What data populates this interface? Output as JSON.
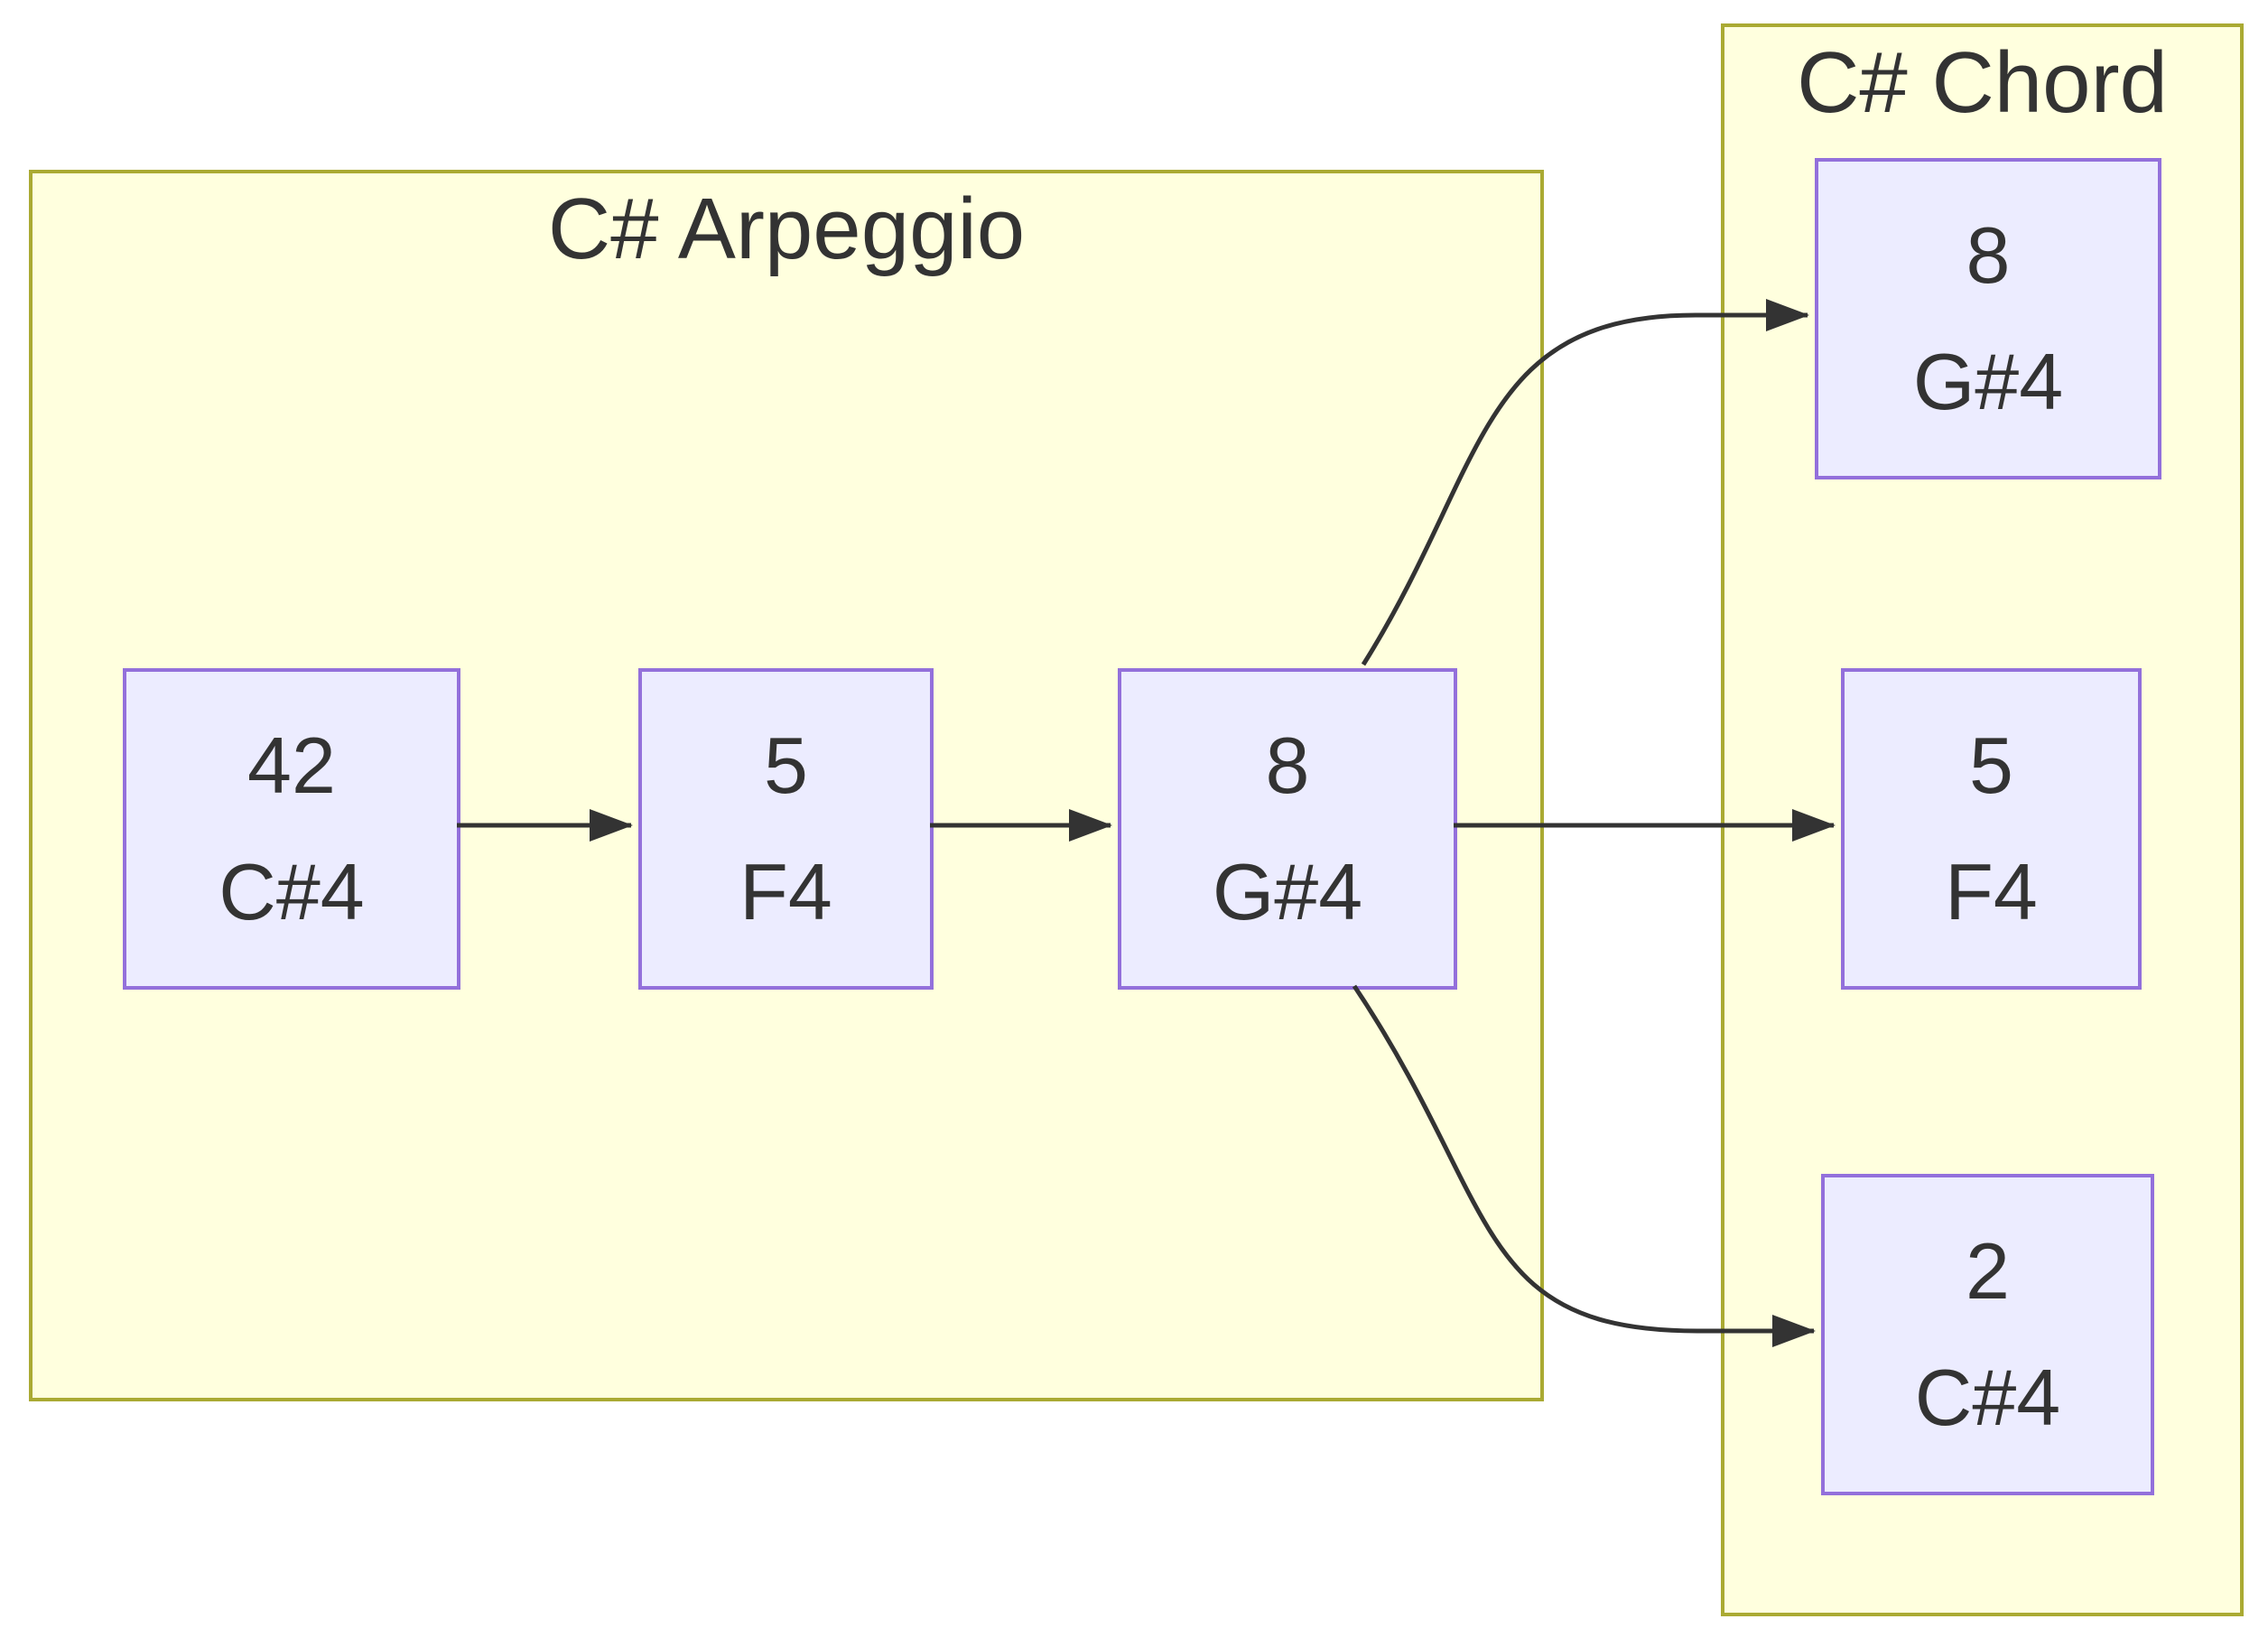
{
  "diagram": {
    "type": "flowchart",
    "direction": "left-to-right",
    "groups": [
      {
        "id": "arpeggio",
        "title": "C# Arpeggio",
        "nodes": [
          {
            "id": "arp-cs4",
            "value": "42",
            "note": "C#4"
          },
          {
            "id": "arp-f4",
            "value": "5",
            "note": "F4"
          },
          {
            "id": "arp-gs4",
            "value": "8",
            "note": "G#4"
          }
        ]
      },
      {
        "id": "chord",
        "title": "C# Chord",
        "nodes": [
          {
            "id": "chord-gs4",
            "value": "8",
            "note": "G#4"
          },
          {
            "id": "chord-f4",
            "value": "5",
            "note": "F4"
          },
          {
            "id": "chord-cs4",
            "value": "2",
            "note": "C#4"
          }
        ]
      }
    ],
    "edges": [
      {
        "from": "arp-cs4",
        "to": "arp-f4"
      },
      {
        "from": "arp-f4",
        "to": "arp-gs4"
      },
      {
        "from": "arp-gs4",
        "to": "chord-gs4"
      },
      {
        "from": "arp-gs4",
        "to": "chord-f4"
      },
      {
        "from": "arp-gs4",
        "to": "chord-cs4"
      }
    ]
  },
  "colors": {
    "group-fill": "#FFFFDE",
    "group-border": "#AAAA33",
    "node-fill": "#ECECFF",
    "node-border": "#9370DB",
    "line": "#333333",
    "text": "#333333",
    "page-bg": "#FFFFFF"
  }
}
